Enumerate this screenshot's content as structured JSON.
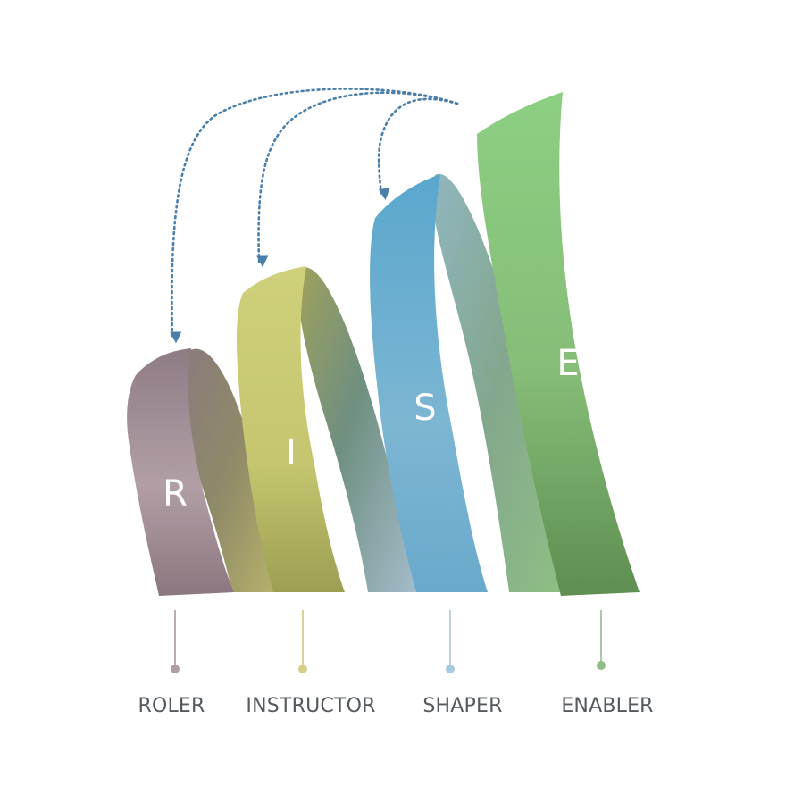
{
  "diagram": {
    "stages": [
      {
        "letter": "R",
        "label": "ROLER",
        "color": "#a28d95"
      },
      {
        "letter": "I",
        "label": "INSTRUCTOR",
        "color": "#c9c872"
      },
      {
        "letter": "S",
        "label": "SHAPER",
        "color": "#6fb0cf"
      },
      {
        "letter": "E",
        "label": "ENABLER",
        "color": "#7fbe74"
      }
    ],
    "arrow_color": "#4a7eab"
  }
}
